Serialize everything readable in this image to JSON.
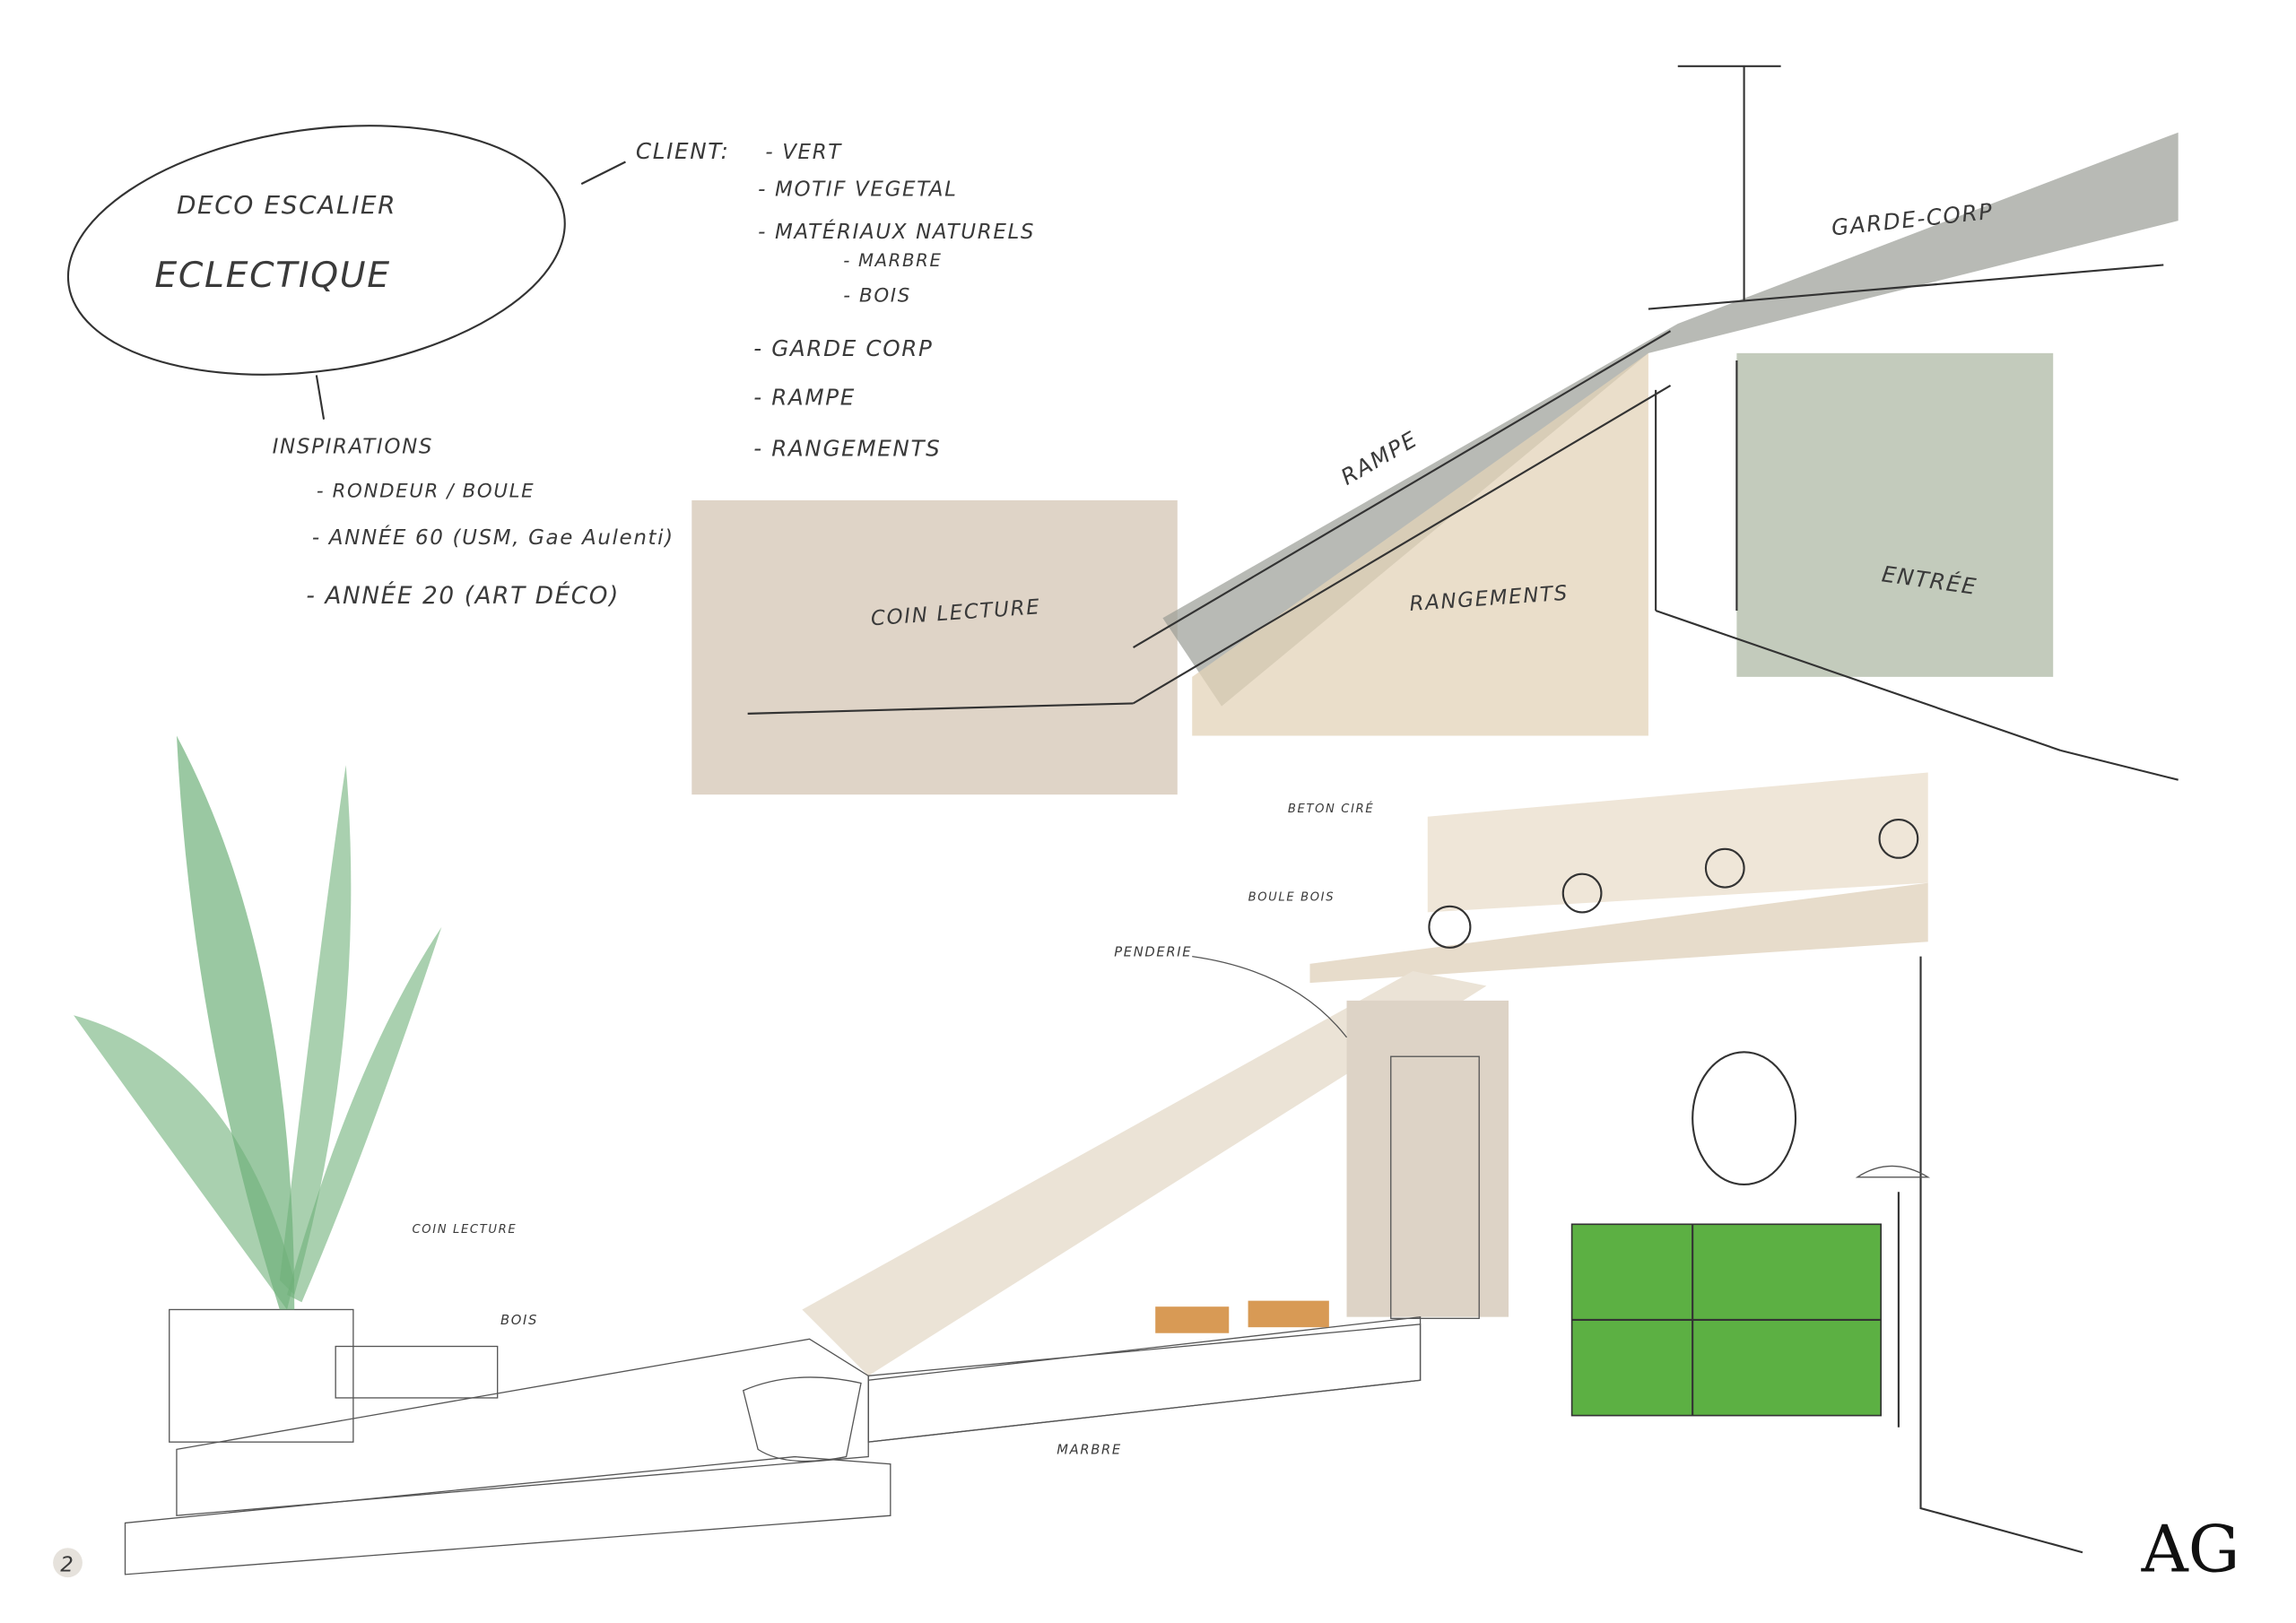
{
  "mindmap": {
    "title_line1": "DECO ESCALIER",
    "title_line2": "ECLECTIQUE",
    "client_label": "CLIENT:",
    "client_items": [
      "- VERT",
      "- MOTIF VEGETAL",
      "- MATÉRIAUX NATURELS",
      "- MARBRE",
      "- BOIS",
      "- GARDE CORP",
      "- RAMPE",
      "- RANGEMENTS"
    ],
    "inspirations_label": "INSPIRATIONS",
    "inspirations_items": [
      "- RONDEUR / BOULE",
      "- ANNÉE 60 (USM, Gae Aulenti)",
      "- ANNÉE 20 (ART DÉCO)"
    ]
  },
  "elevation_labels": {
    "garde_corp": "GARDE-CORP",
    "rampe": "RAMPE",
    "coin_lecture": "COIN LECTURE",
    "rangements": "RANGEMENTS",
    "entree": "ENTRÉE"
  },
  "perspective_labels": {
    "beton_cire": "BETON CIRÉ",
    "boule_bois": "BOULE BOIS",
    "penderie": "PENDERIE",
    "coin_lecture": "COIN LECTURE",
    "bois": "BOIS",
    "marbre": "MARBRE"
  },
  "page_number": "2",
  "logo": "AG",
  "colors": {
    "beige": "#d9cdbd",
    "grey": "#9a9c96",
    "sage": "#b9c2b0",
    "green_cabinet": "#5cb043",
    "plant": "#6fb07a"
  }
}
